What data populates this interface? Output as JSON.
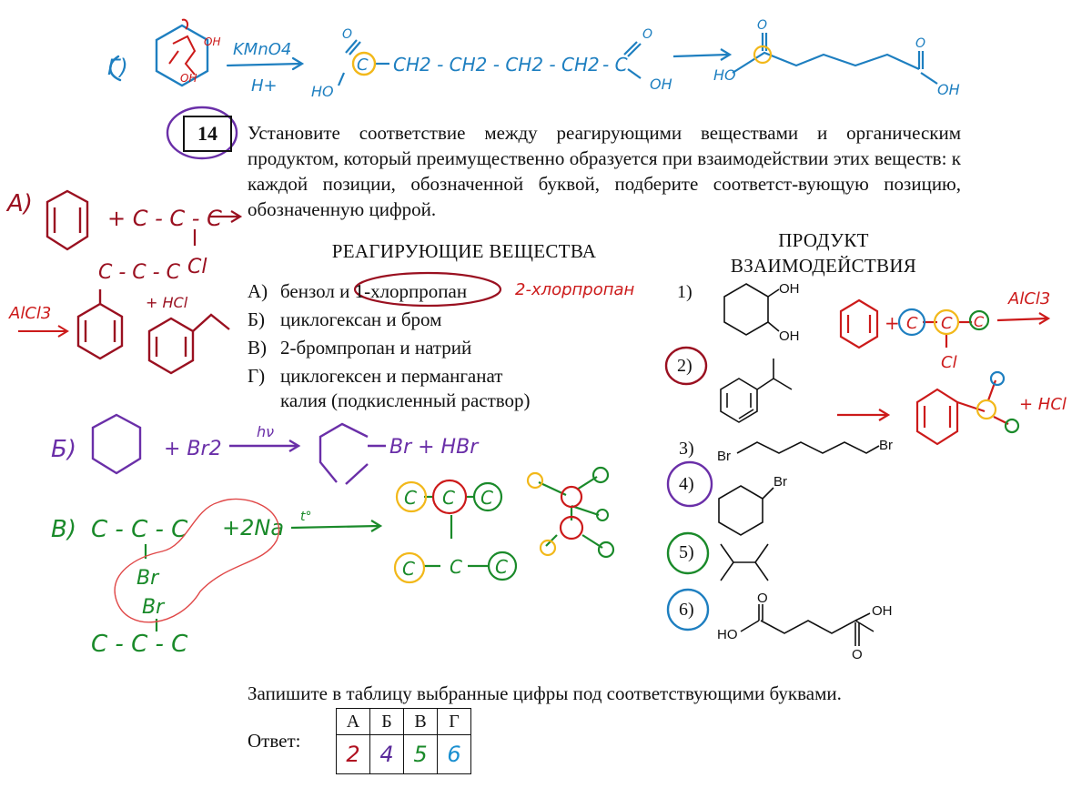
{
  "task": {
    "number": "14",
    "text": "Установите соответствие между реагирующими веществами и органическим продуктом, который преимущественно образуется при взаимодействии этих веществ: к каждой позиции, обозначенной буквой, подберите соответст-вующую позицию, обозначенную цифрой."
  },
  "columns": {
    "reactants": "РЕАГИРУЮЩИЕ ВЕЩЕСТВА",
    "products_line1": "ПРОДУКТ",
    "products_line2": "ВЗАИМОДЕЙСТВИЯ"
  },
  "reactants": [
    {
      "letter": "А)",
      "text": "бензол и 1-хлорпропан"
    },
    {
      "letter": "Б)",
      "text": "циклогексан и бром"
    },
    {
      "letter": "В)",
      "text": "2-бромпропан и натрий"
    },
    {
      "letter": "Г)",
      "text": "циклогексен и перманганат"
    },
    {
      "letter": "",
      "text": "калия (подкисленный раствор)"
    }
  ],
  "products": [
    {
      "num": "1)",
      "labels": [
        "OH",
        "OH"
      ]
    },
    {
      "num": "2)"
    },
    {
      "num": "3)",
      "labels": [
        "Br",
        "Br"
      ]
    },
    {
      "num": "4)",
      "labels": [
        "Br"
      ]
    },
    {
      "num": "5)"
    },
    {
      "num": "6)",
      "labels": [
        "O",
        "OH",
        "HO",
        "O"
      ]
    }
  ],
  "footer": "Запишите в таблицу выбранные цифры под соответствующими буквами.",
  "answer": {
    "label": "Ответ:",
    "letters": [
      "А",
      "Б",
      "В",
      "Г"
    ],
    "values": [
      "2",
      "4",
      "5",
      "6"
    ],
    "colors": [
      "#b01020",
      "#5a2a9a",
      "#1a8a2a",
      "#1a8fd0"
    ]
  },
  "handwriting": {
    "g_reagent_top": "KMnO4",
    "g_reagent_bottom": "H+",
    "g_ring_marks": [
      "OH",
      "OH"
    ],
    "g_product_chain": "CH2 - CH2 - CH2 - CH2",
    "g_acid_labels": [
      "HO",
      "O",
      "O",
      "OH"
    ],
    "g_right_labels": [
      "HO",
      "O",
      "O",
      "OH"
    ],
    "a_letter": "А)",
    "a_chain": "+ C - C - C",
    "a_cl": "Cl",
    "a_note": "2-хлорпропан",
    "a_branch": "C - C - C",
    "a_plus_hcl": "+ HCl",
    "a_alcl3_left": "AlCl3",
    "a_alcl3_right": "AlCl3",
    "a_plus_hcl_right": "+ HCl",
    "b_letter": "Б)",
    "b_br2": "+ Br2",
    "b_hv": "hν",
    "b_product": "Br + HBr",
    "v_letter": "В)",
    "v_chain": "C - C - C",
    "v_na": "+2Na",
    "v_br": "Br",
    "v_br2": "Br",
    "v_chain2": "C - C - C",
    "v_arrow_note": "t°",
    "v_c_label": "C"
  }
}
